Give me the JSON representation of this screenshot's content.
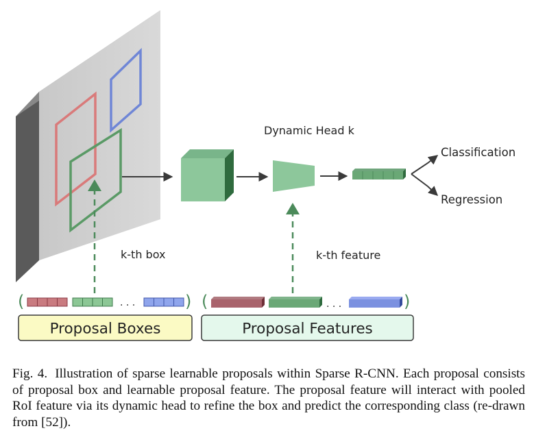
{
  "diagram": {
    "labels": {
      "dynamic_head": "Dynamic Head k",
      "classification": "Classification",
      "regression": "Regression",
      "kth_box": "k-th box",
      "kth_feature": "k-th feature",
      "dots_boxes": ". . .",
      "dots_features": ". . ."
    },
    "groups": {
      "proposal_boxes": "Proposal Boxes",
      "proposal_features": "Proposal Features"
    },
    "box_colors": {
      "red": "#d97a7a",
      "blue": "#6f86d6",
      "green": "#5a9a66"
    }
  },
  "caption": {
    "figure_label": "Fig. 4.",
    "text": "Illustration of sparse learnable proposals within Sparse R-CNN. Each proposal consists of proposal box and learnable proposal feature. The proposal feature will interact with pooled RoI feature via its dynamic head to refine the box and predict the corresponding class (re-drawn from [52])."
  }
}
